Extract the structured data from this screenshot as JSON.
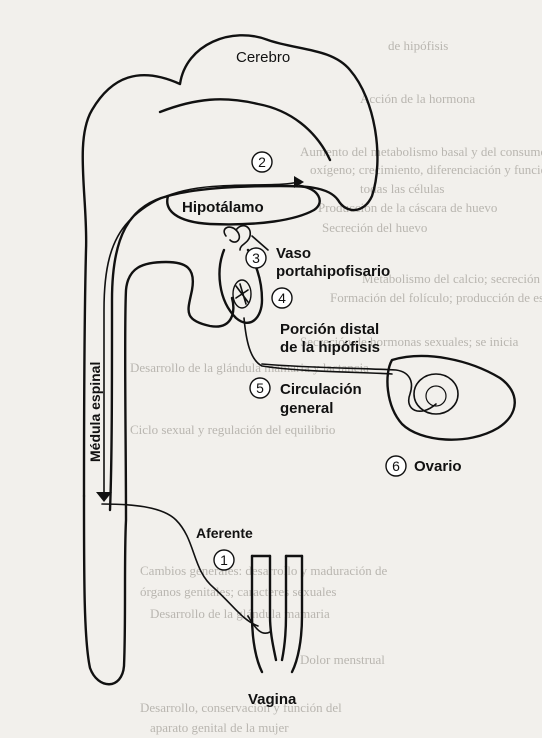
{
  "labels": {
    "cerebro": "Cerebro",
    "hipotalamo": "Hipotálamo",
    "vaso_line1": "Vaso",
    "vaso_line2": "portahipofisario",
    "porcion_line1": "Porción distal",
    "porcion_line2": "de la hipófisis",
    "circulacion_line1": "Circulación",
    "circulacion_line2": "general",
    "ovario": "Ovario",
    "medula": "Médula espinal",
    "aferente": "Aferente",
    "vagina": "Vagina"
  },
  "steps": [
    "1",
    "2",
    "3",
    "4",
    "5",
    "6"
  ],
  "background_text": [
    "de hipófisis",
    "Acción de la hormona",
    "Aumento del metabolismo basal y del consumo de",
    "oxígeno; crecimiento, diferenciación y función de",
    "todas las células",
    "Producción de la cáscara de huevo",
    "Secreción del huevo",
    "Metabolismo del calcio; secreción y crecimiento",
    "Formación del folículo; producción de estrógenos",
    "Secreción de hormonas sexuales; se inicia",
    "Desarrollo de la glándula mamaria y lactancia",
    "Ciclo sexual y regulación del equilibrio",
    "Cambios generales: desarrollo y maduración de",
    "órganos genitales; caracteres sexuales",
    "Desarrollo de la glándula mamaria",
    "Dolor menstrual",
    "Desarrollo, conservación y función del",
    "aparato genital de la mujer"
  ]
}
